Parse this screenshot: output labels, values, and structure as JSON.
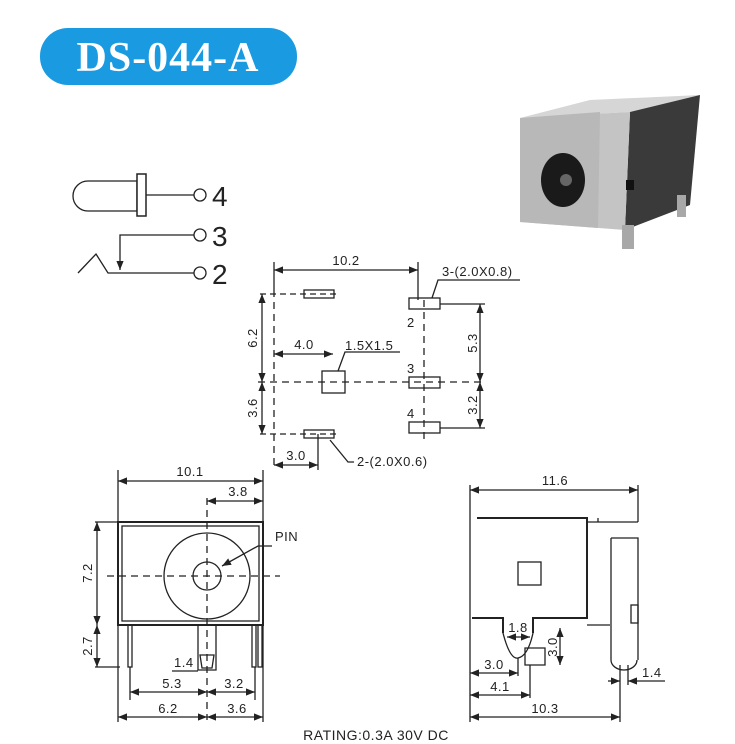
{
  "title": "DS-044-A",
  "brand_color": "#1a9ae0",
  "schematic": {
    "pin4": "4",
    "pin3": "3",
    "pin2": "2"
  },
  "footprint": {
    "width": "10.2",
    "pad_spec_top": "3-(2.0X0.8)",
    "pad_spec_bottom": "2-(2.0X0.6)",
    "square": "1.5X1.5",
    "offset_square": "4.0",
    "offset_pad": "3.0",
    "upper": "6.2",
    "lower": "3.6",
    "right_upper": "5.3",
    "right_lower": "3.2",
    "pad2": "2",
    "pad3": "3",
    "pad4": "4"
  },
  "front_view": {
    "width": "10.1",
    "center_offset": "3.8",
    "height": "7.2",
    "pin_len": "2.7",
    "pin_label": "PIN",
    "pin_w": "1.4",
    "left_pin": "5.3",
    "right_pin": "3.2",
    "left_body": "6.2",
    "right_body": "3.6"
  },
  "side_view": {
    "width": "11.6",
    "slot": "1.8",
    "pin_h": "3.0",
    "pin_a": "3.0",
    "pin_b": "4.1",
    "total": "10.3",
    "rear_pin": "1.4"
  },
  "rating": "RATING:0.3A 30V DC"
}
